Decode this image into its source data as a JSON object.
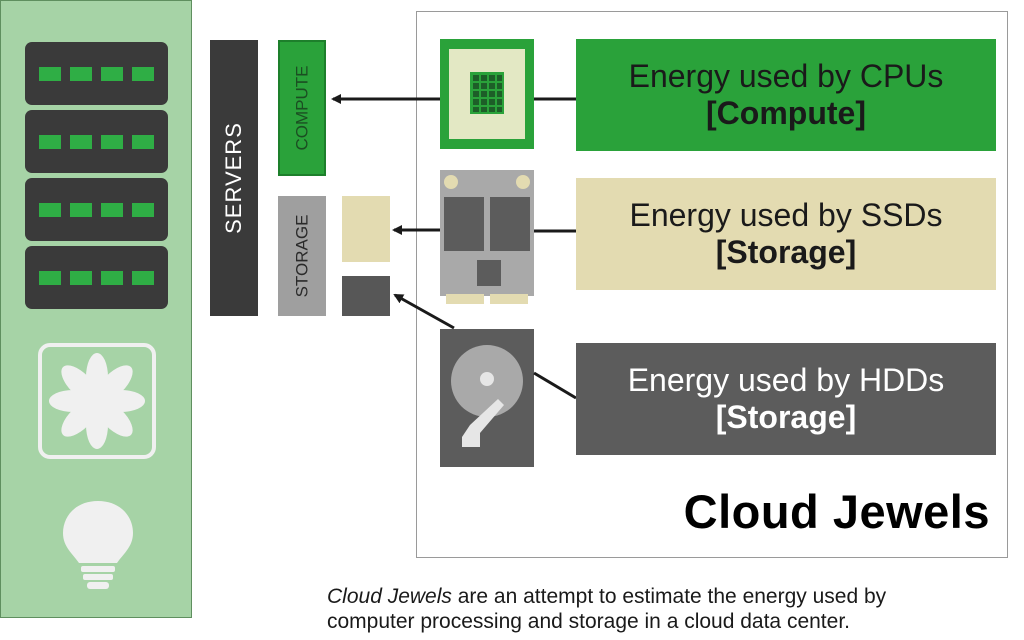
{
  "rack": {
    "server_units": 4,
    "leds_per_unit": 4,
    "fan_icon": "fan-icon",
    "bulb_icon": "lightbulb-icon"
  },
  "bars": {
    "servers": "SERVERS",
    "compute": "COMPUTE",
    "storage": "STORAGE"
  },
  "labels": {
    "cpu_line1": "Energy used by CPUs",
    "cpu_line2": "[Compute]",
    "ssd_line1": "Energy used by SSDs",
    "ssd_line2": "[Storage]",
    "hdd_line1": "Energy used by HDDs",
    "hdd_line2": "[Storage]"
  },
  "box_title": "Cloud Jewels",
  "caption": {
    "emphasis": "Cloud Jewels",
    "rest_line1": " are an attempt to estimate the energy used by",
    "line2": "computer processing and storage in a cloud data center."
  },
  "colors": {
    "compute_green": "#2aa23a",
    "ssd_beige": "#e3dbb1",
    "hdd_gray": "#5c5c5c",
    "rack_green": "#a6d3a6",
    "dark": "#3a3a3a"
  }
}
